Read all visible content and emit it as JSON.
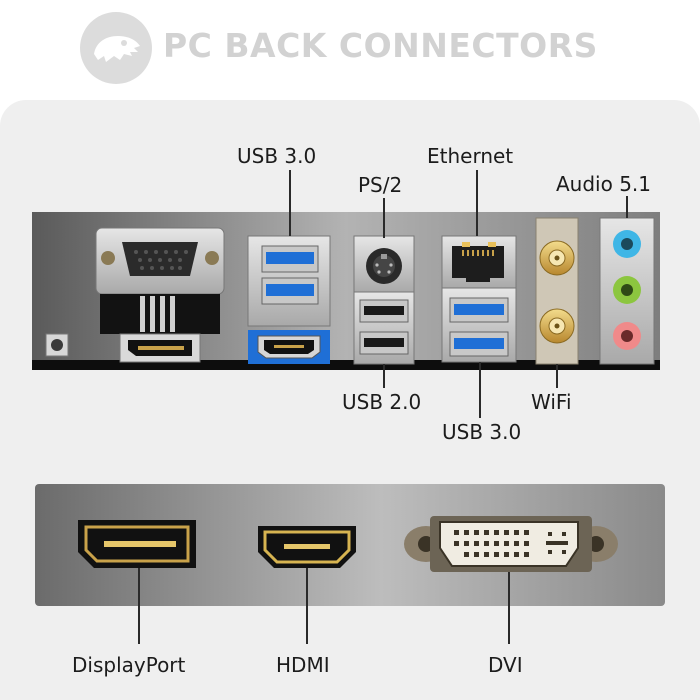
{
  "header": {
    "title": "PC BACK CONNECTORS",
    "logo_icon": "dinosaur-skull-icon"
  },
  "io_panel": {
    "labels": {
      "usb30_top": "USB 3.0",
      "ps2": "PS/2",
      "ethernet": "Ethernet",
      "audio": "Audio 5.1",
      "usb20": "USB 2.0",
      "usb30_bottom": "USB 3.0",
      "wifi": "WiFi"
    }
  },
  "video_panel": {
    "labels": {
      "displayport": "DisplayPort",
      "hdmi": "HDMI",
      "dvi": "DVI"
    }
  },
  "colors": {
    "usb3_blue": "#1f6fd6",
    "audio_blue": "#3fb6e6",
    "audio_green": "#8cc63f",
    "audio_pink": "#f08a8a",
    "gold": "#c9a24a"
  }
}
